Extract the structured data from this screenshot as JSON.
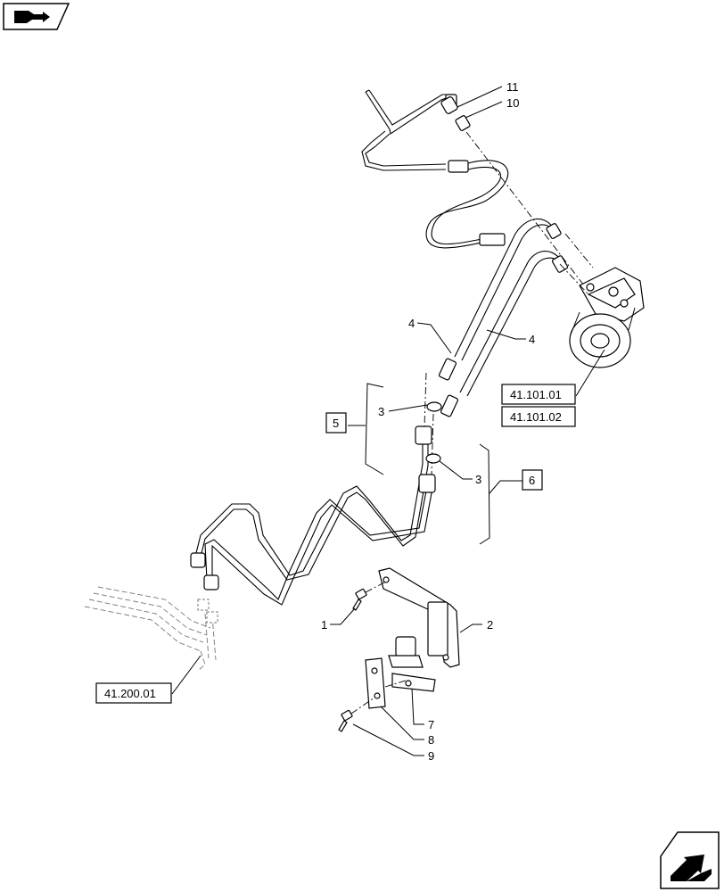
{
  "icons": {
    "top_left": "previous-page-arrow-icon",
    "bottom_right": "next-page-arrow-icon"
  },
  "callouts": {
    "c1": "1",
    "c2": "2",
    "c3a": "3",
    "c3b": "3",
    "c4a": "4",
    "c4b": "4",
    "c7": "7",
    "c8": "8",
    "c9": "9",
    "c10": "10",
    "c11": "11"
  },
  "boxed_callouts": {
    "b5": "5",
    "b6": "6"
  },
  "references": {
    "r1": "41.101.01",
    "r2": "41.101.02",
    "r3": "41.200.01"
  }
}
